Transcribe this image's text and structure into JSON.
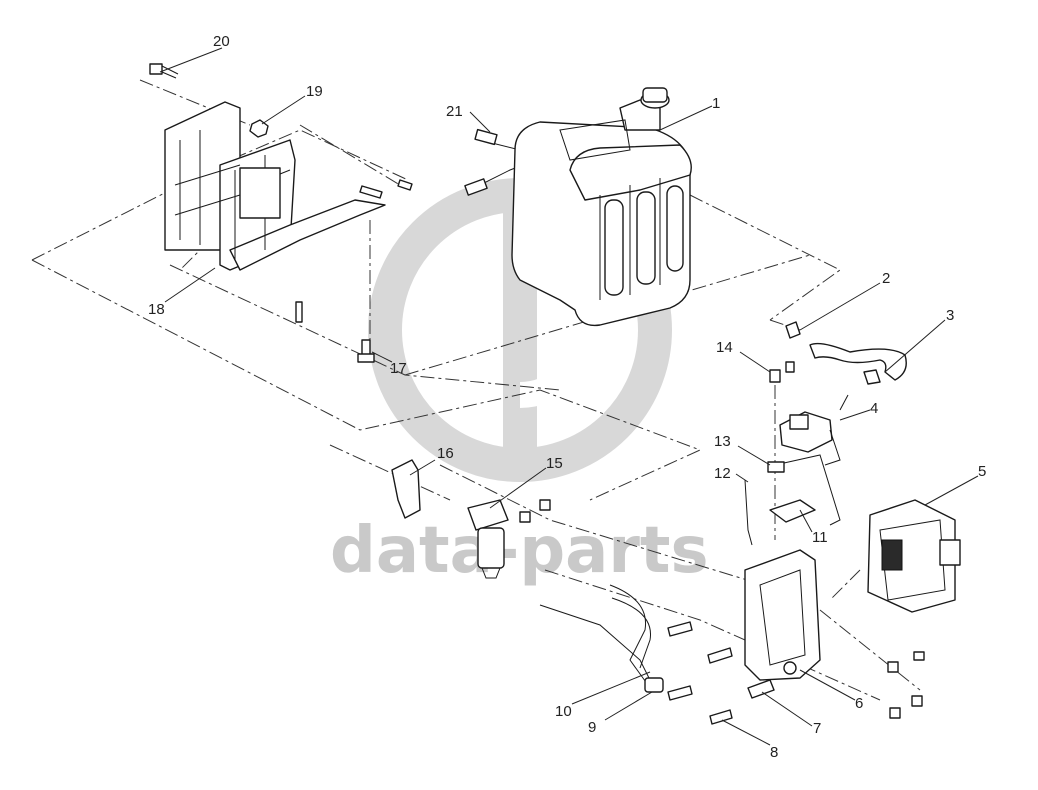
{
  "watermark": {
    "brand_text": "data-parts",
    "color": "#c9c9c9"
  },
  "diagram": {
    "type": "exploded-parts-view",
    "callouts": [
      {
        "id": "1",
        "label": "1"
      },
      {
        "id": "2",
        "label": "2"
      },
      {
        "id": "3",
        "label": "3"
      },
      {
        "id": "4",
        "label": "4"
      },
      {
        "id": "5",
        "label": "5"
      },
      {
        "id": "6",
        "label": "6"
      },
      {
        "id": "7",
        "label": "7"
      },
      {
        "id": "8",
        "label": "8"
      },
      {
        "id": "9",
        "label": "9"
      },
      {
        "id": "10",
        "label": "10"
      },
      {
        "id": "11",
        "label": "11"
      },
      {
        "id": "12",
        "label": "12"
      },
      {
        "id": "13",
        "label": "13"
      },
      {
        "id": "14",
        "label": "14"
      },
      {
        "id": "15",
        "label": "15"
      },
      {
        "id": "16",
        "label": "16"
      },
      {
        "id": "17",
        "label": "17"
      },
      {
        "id": "18",
        "label": "18"
      },
      {
        "id": "19",
        "label": "19"
      },
      {
        "id": "20",
        "label": "20"
      },
      {
        "id": "21",
        "label": "21"
      }
    ]
  }
}
